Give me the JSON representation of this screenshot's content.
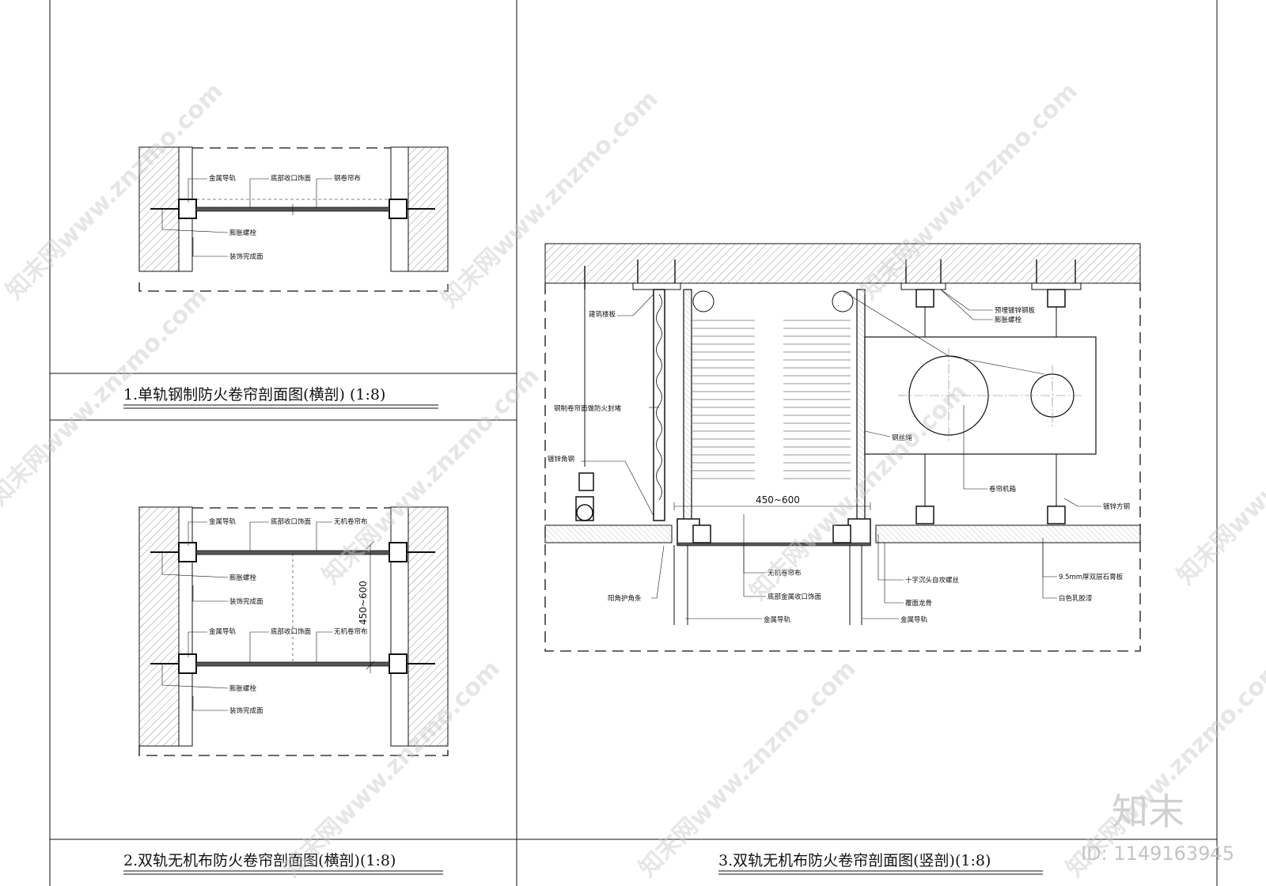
{
  "panels": {
    "p1": {
      "caption": "1.单轨钢制防火卷帘剖面图(横剖) (1:8)",
      "labels": [
        "金属导轨",
        "底部收口饰面",
        "钢卷帘布",
        "膨胀螺栓",
        "装饰完成面"
      ]
    },
    "p2": {
      "caption": "2.双轨无机布防火卷帘剖面图(横剖)(1:8)",
      "labels_top": [
        "金属导轨",
        "底部收口饰面",
        "无机卷帘布",
        "膨胀螺栓",
        "装饰完成面"
      ],
      "labels_bottom": [
        "金属导轨",
        "底部收口饰面",
        "无机卷帘布",
        "膨胀螺栓",
        "装饰完成面"
      ],
      "dimension": "450~600"
    },
    "p3": {
      "caption": "3.双轨无机布防火卷帘剖面图(竖剖)(1:8)",
      "dimension": "450~600",
      "labels": {
        "building_slab": "建筑楼板",
        "fire_seal": "钢制卷帘面做防火封堵",
        "angle_steel": "镀锌角钢",
        "steel_rope": "钢丝绳",
        "shutter_box": "卷帘机箱",
        "embedded_plate": "预埋镀锌钢板",
        "expansion_bolt": "膨胀螺栓",
        "square_steel": "镀锌方钢",
        "corner_strip": "阳角护角条",
        "inorganic_cloth": "无机卷帘布",
        "bottom_metal": "底部金属收口饰面",
        "screw": "十字沉头自攻螺丝",
        "keel": "覆面龙骨",
        "gypsum": "9.5mm厚双层石膏板",
        "paint": "白色乳胶漆",
        "rail_left": "金属导轨",
        "rail_right": "金属导轨"
      }
    }
  },
  "watermark": {
    "text": "知末网www.znzmo.com",
    "brand": "知末",
    "id_text": "ID: 1149163945"
  }
}
